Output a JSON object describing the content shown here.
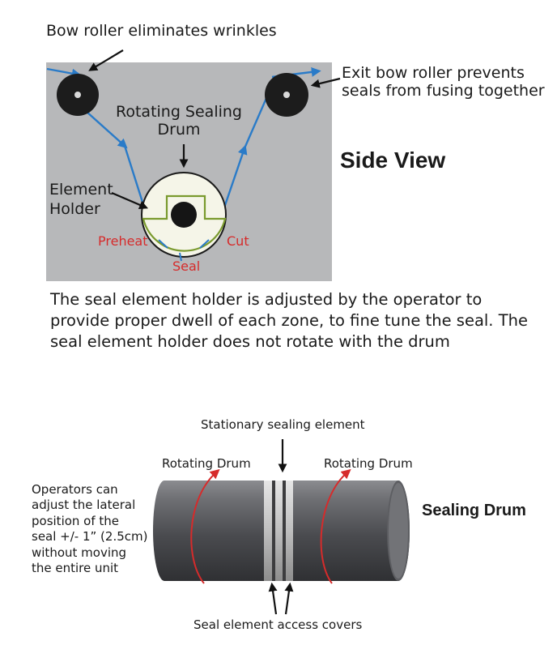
{
  "top": {
    "bow_roller_label": "Bow roller eliminates wrinkles",
    "exit_roller_label": [
      "Exit bow roller prevents",
      "seals from fusing together"
    ],
    "drum_label": [
      "Rotating Sealing",
      "Drum"
    ],
    "element_holder_label": [
      "Element",
      "Holder"
    ],
    "preheat_label": "Preheat",
    "seal_label": "Seal",
    "cut_label": "Cut",
    "view_title": "Side View",
    "caption": "The seal element holder is adjusted by the operator to provide proper dwell of each zone, to fine tune the seal.  The seal element holder does not rotate with the drum"
  },
  "bottom": {
    "stationary_label": "Stationary sealing element",
    "rotating_left_label": "Rotating Drum",
    "rotating_right_label": "Rotating Drum",
    "operators_note": [
      "Operators can",
      "adjust the lateral",
      "position of the",
      "seal +/- 1” (2.5cm)",
      "without moving",
      "the entire unit"
    ],
    "title": "Sealing Drum",
    "access_covers_label": "Seal element access covers"
  },
  "colors": {
    "panel": "#b7b8ba",
    "film_blue": "#2a7bc8",
    "label_red": "#d62b2b",
    "holder_green": "#7a9a2e",
    "drum_face": "#f5f5e8",
    "roller": "#1c1c1c"
  }
}
